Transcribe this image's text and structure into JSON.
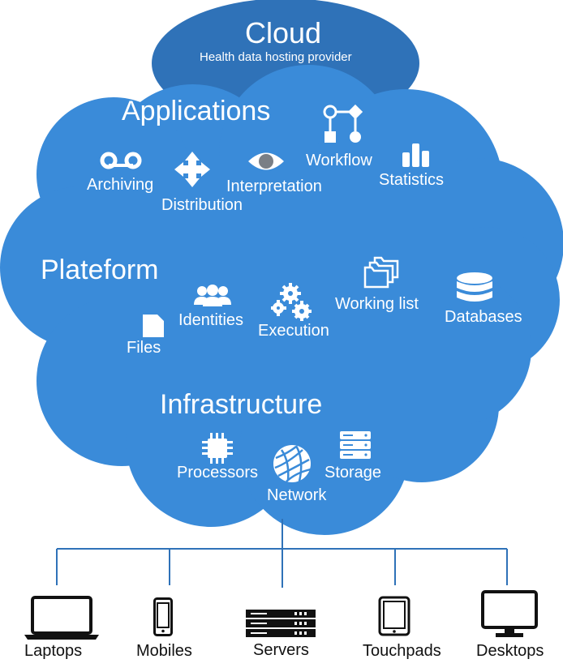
{
  "cloud": {
    "title": "Cloud",
    "subtitle": "Health data hosting provider",
    "colors": {
      "top": "#2f72b8",
      "main": "#3a8bd9"
    }
  },
  "applications": {
    "title": "Applications",
    "items": {
      "archiving": "Archiving",
      "distribution": "Distribution",
      "interpretation": "Interpretation",
      "workflow": "Workflow",
      "statistics": "Statistics"
    }
  },
  "platform": {
    "title": "Plateform",
    "items": {
      "files": "Files",
      "identities": "Identities",
      "execution": "Execution",
      "working_list": "Working list",
      "databases": "Databases"
    }
  },
  "infrastructure": {
    "title": "Infrastructure",
    "items": {
      "processors": "Processors",
      "network": "Network",
      "storage": "Storage"
    }
  },
  "devices": {
    "laptops": "Laptops",
    "mobiles": "Mobiles",
    "servers": "Servers",
    "touchpads": "Touchpads",
    "desktops": "Desktops"
  },
  "icons": {
    "archiving": "voicemail-icon",
    "distribution": "move-arrows-icon",
    "interpretation": "eye-icon",
    "workflow": "workflow-icon",
    "statistics": "bar-chart-icon",
    "files": "file-icon",
    "identities": "users-icon",
    "execution": "gears-icon",
    "working_list": "folders-icon",
    "databases": "database-icon",
    "processors": "chip-icon",
    "network": "globe-network-icon",
    "storage": "server-rack-icon"
  }
}
